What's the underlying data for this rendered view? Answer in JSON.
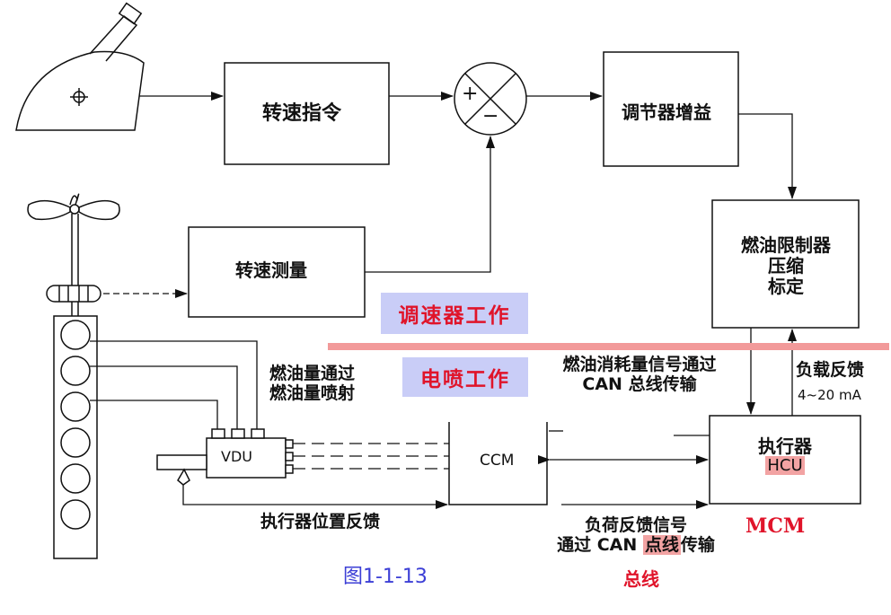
{
  "colors": {
    "line": "#111111",
    "badge_bg": "#c9cdf7",
    "badge_text": "#e0142a",
    "divider": "#f29a9a",
    "highlight": "#f2a3a3",
    "figure_caption": "#3c3fd6",
    "red_text": "#e0142a"
  },
  "blocks": {
    "speed_command": "转速指令",
    "speed_measure": "转速测量",
    "governor_gain": "调节器增益",
    "fuel_limiter_line1": "燃油限制器",
    "fuel_limiter_line2": "压缩",
    "fuel_limiter_line3": "标定",
    "ccm": "CCM",
    "actuator_line1": "执行器",
    "actuator_hcu": "HCU",
    "vdu": "VDU"
  },
  "comparator": {
    "plus": "+",
    "minus": "−"
  },
  "badges": {
    "governor_work": "调速器工作",
    "injection_work": "电喷工作"
  },
  "labels": {
    "fuel_qty_line1": "燃油量通过",
    "fuel_qty_line2": "燃油量喷射",
    "fuel_consumption_line1": "燃油消耗量信号通过",
    "fuel_consumption_line2": "CAN 总线传输",
    "load_feedback": "负载反馈",
    "current_range": "4~20 mA",
    "actuator_position_feedback": "执行器位置反馈",
    "load_signal_line1": "负荷反馈信号",
    "load_signal_line2_pre": "通过 CAN ",
    "load_signal_line2_hl": "点线",
    "load_signal_line2_post": "传输",
    "bus": "总线",
    "mcm": "MCM",
    "figure": "图1-1-13"
  }
}
